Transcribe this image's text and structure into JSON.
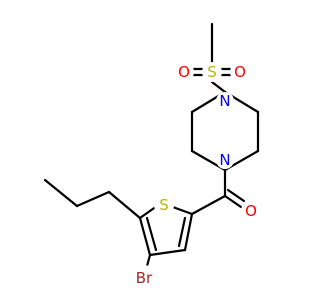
{
  "molecule": {
    "colors": {
      "bond": "#000000",
      "S": "#b8b800",
      "O": "#ff0000",
      "N": "#0000ff",
      "Br": "#a52a2a"
    },
    "atoms": [
      {
        "id": "s_sulfonyl",
        "element": "S",
        "label": "S"
      },
      {
        "id": "o_left",
        "element": "O",
        "label": "O"
      },
      {
        "id": "o_right",
        "element": "O",
        "label": "O"
      },
      {
        "id": "n_top",
        "element": "N",
        "label": "N"
      },
      {
        "id": "n_bottom",
        "element": "N",
        "label": "N"
      },
      {
        "id": "o_carbonyl",
        "element": "O",
        "label": "O"
      },
      {
        "id": "s_thiophene",
        "element": "S",
        "label": "S"
      },
      {
        "id": "br",
        "element": "Br",
        "label": "Br"
      }
    ]
  }
}
